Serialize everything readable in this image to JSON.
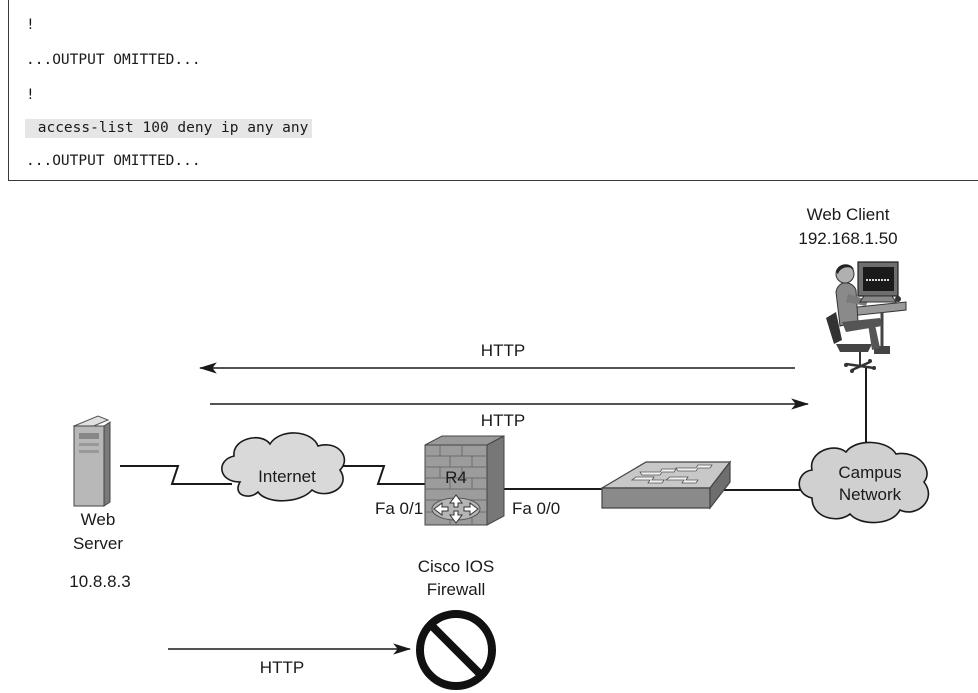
{
  "config": {
    "lines": [
      {
        "text": "!",
        "highlighted": false
      },
      {
        "text": "...OUTPUT OMITTED...",
        "highlighted": false
      },
      {
        "text": "!",
        "highlighted": false
      },
      {
        "text": " access-list 100 deny ip any any",
        "highlighted": true
      },
      {
        "text": "...OUTPUT OMITTED...",
        "highlighted": false
      }
    ]
  },
  "diagram": {
    "web_client": {
      "name": "Web Client",
      "ip": "192.168.1.50"
    },
    "web_server": {
      "name_line1": "Web",
      "name_line2": "Server",
      "ip": "10.8.8.3"
    },
    "internet_cloud": "Internet",
    "campus_cloud": {
      "line1": "Campus",
      "line2": "Network"
    },
    "router": {
      "name": "R4",
      "label_line1": "Cisco IOS",
      "label_line2": "Firewall"
    },
    "interfaces": {
      "outside": "Fa 0/1",
      "inside": "Fa 0/0"
    },
    "arrows": {
      "top_left": "HTTP",
      "top_right": "HTTP",
      "bottom_blocked": "HTTP"
    }
  }
}
